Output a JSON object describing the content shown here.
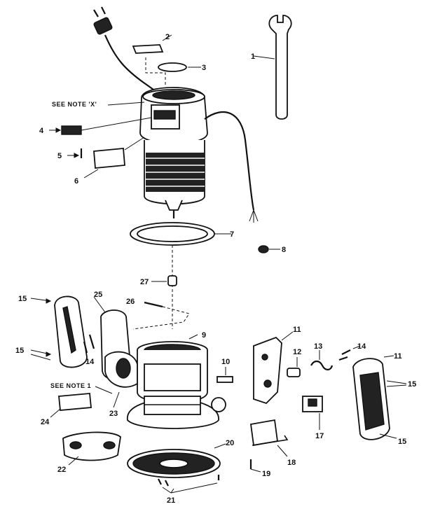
{
  "notes": {
    "note_x": "SEE NOTE 'X'",
    "note_1": "SEE NOTE 1"
  },
  "callouts": {
    "c1": "1",
    "c2": "2",
    "c3": "3",
    "c4": "4",
    "c5": "5",
    "c6": "6",
    "c7": "7",
    "c8": "8",
    "c9": "9",
    "c10": "10",
    "c11a": "11",
    "c11b": "11",
    "c12": "12",
    "c13": "13",
    "c14a": "14",
    "c14b": "14",
    "c15a": "15",
    "c15b": "15",
    "c15c": "15",
    "c15d": "15",
    "c17": "17",
    "c18": "18",
    "c19": "19",
    "c20": "20",
    "c21": "21",
    "c22": "22",
    "c23": "23",
    "c24": "24",
    "c25": "25",
    "c26": "26",
    "c27": "27"
  }
}
